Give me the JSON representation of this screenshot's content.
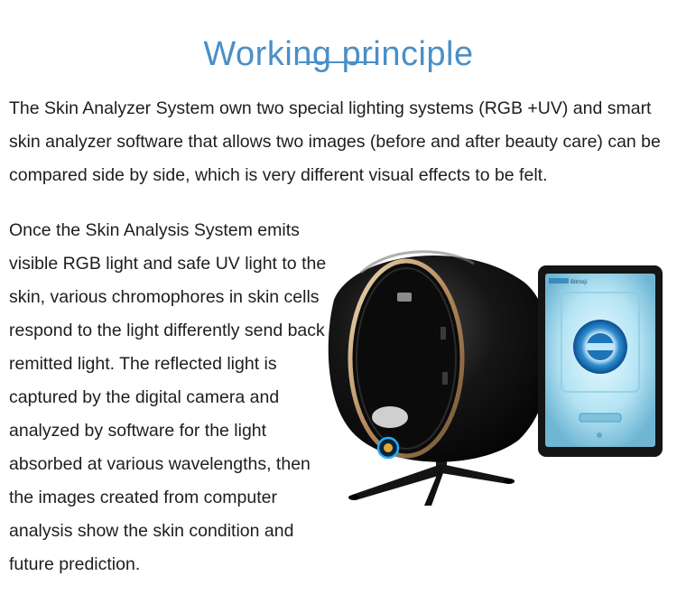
{
  "section": {
    "title": "Working principle",
    "accent_color": "#4a8fc7",
    "intro_text": "The Skin Analyzer System own two special lighting systems (RGB +UV) and smart skin analyzer software that allows two images (before and after beauty care) can be compared side by side, which is very different visual effects to be felt.",
    "detail_text": "Once the Skin Analysis System emits visible RGB light and safe UV light to the skin, various chromophores in skin cells respond to the light differently send back remitted light. The reflected light is captured by the digital camera and analyzed by software for the light absorbed at various wavelengths, then the images created from computer analysis show the skin condition and future prediction."
  },
  "product_image": {
    "icon": "skin-analyzer-device-with-tablet",
    "tablet_brand_label": "Bitmoji"
  }
}
